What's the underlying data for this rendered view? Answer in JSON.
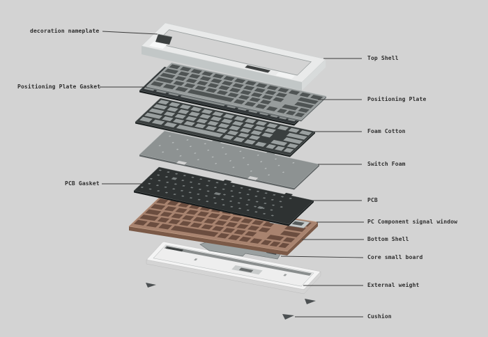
{
  "diagram": {
    "type": "exploded-view-keyboard",
    "background_color": "#d3d3d3"
  },
  "labels": {
    "decoration_nameplate": "decoration nameplate",
    "positioning_plate_gasket": "Positioning Plate Gasket",
    "pcb_gasket": "PCB Gasket",
    "top_shell": "Top Shell",
    "positioning_plate": "Positioning Plate",
    "foam_cotton": "Foam Cotton",
    "switch_foam": "Switch Foam",
    "pcb": "PCB",
    "pc_component_signal_window": "PC Component signal window",
    "bottom_shell": "Bottom Shell",
    "core_small_board": "Core small board",
    "external_weight": "External weight",
    "cushion": "Cushion"
  },
  "colors": {
    "background": "#d3d3d3",
    "top_shell": "#e9eaea",
    "plate_gasket": "#979c9c",
    "positioning_plate": "#33383a",
    "foam_cotton": "#3a3f3f",
    "switch_foam": "#8d9292",
    "pcb": "#2e3232",
    "bottom_shell_copper": "#a8836f",
    "signal_window": "#c6caca",
    "core_board": "#9aa0a0",
    "external_weight": "#f4f4f4",
    "cushion": "#4c5052",
    "leader_line": "#3a3a3a",
    "label_text": "#2e2e2e"
  }
}
